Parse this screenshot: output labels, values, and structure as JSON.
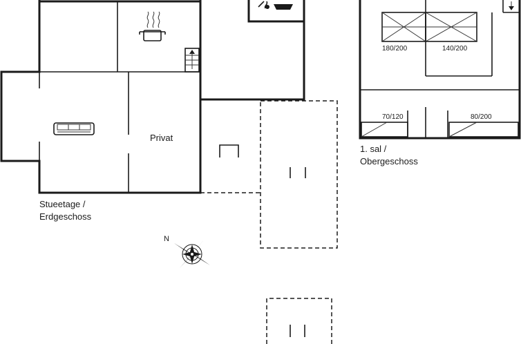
{
  "floors": {
    "ground": {
      "label_line1": "Stueetage /",
      "label_line2": "Erdgeschoss"
    },
    "first": {
      "label_line1": "1. sal /",
      "label_line2": "Obergeschoss"
    }
  },
  "rooms": {
    "privat": "Privat"
  },
  "beds": {
    "bed1": "180/200",
    "bed2": "140/200",
    "bed3": "70/120",
    "bed4": "80/200"
  },
  "compass": {
    "north": "N"
  },
  "icons": [
    "sofa-icon",
    "cooking-pot-icon",
    "stairs-icon",
    "coffee-icon",
    "compass-icon",
    "stairs-down-icon"
  ]
}
